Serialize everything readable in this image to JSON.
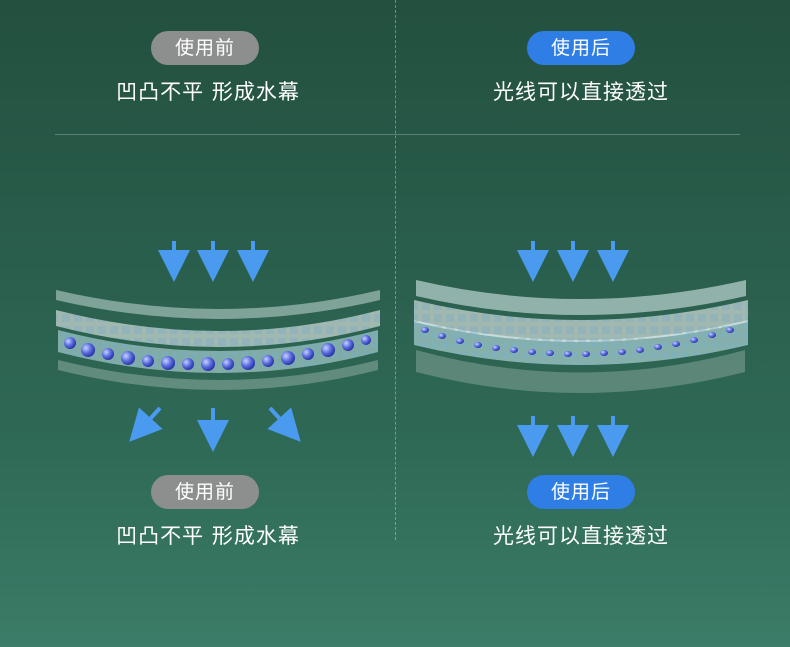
{
  "top": {
    "left": {
      "badge": "使用前",
      "caption": "凹凸不平 形成水幕"
    },
    "right": {
      "badge": "使用后",
      "caption": "光线可以直接透过"
    }
  },
  "bottom": {
    "left": {
      "badge": "使用前",
      "caption": "凹凸不平 形成水幕"
    },
    "right": {
      "badge": "使用后",
      "caption": "光线可以直接透过"
    }
  },
  "colors": {
    "badge_before": "#8c8f8e",
    "badge_after": "#2f7ee6",
    "arrow": "#4a9af0",
    "droplet": "#5c6fe0"
  },
  "icons": {
    "arrow": "arrow-down-icon",
    "film": "film-layers-illustration",
    "droplet": "water-droplet-icon"
  }
}
